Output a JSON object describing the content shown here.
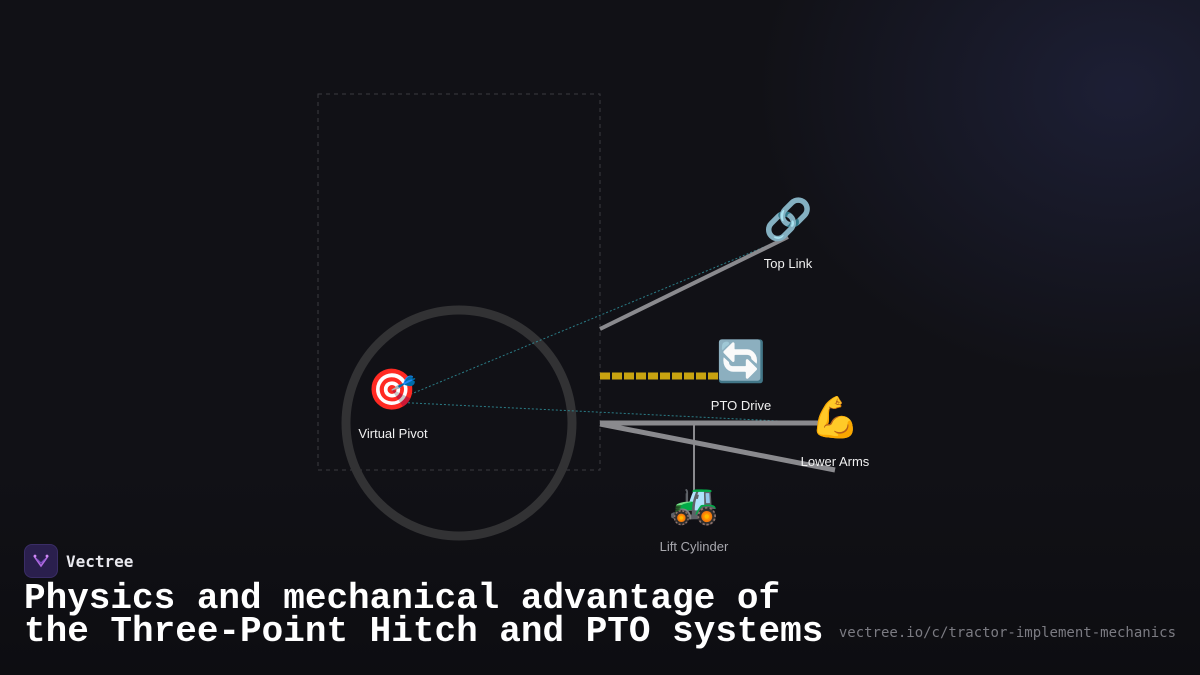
{
  "nodes": {
    "pivot": {
      "label": "Virtual Pivot",
      "icon": "🎯",
      "icon_name": "target-icon"
    },
    "top_link": {
      "label": "Top Link",
      "icon": "🔗",
      "icon_name": "link-icon"
    },
    "pto": {
      "label": "PTO Drive",
      "icon": "🔄",
      "icon_name": "rotate-arrows-icon"
    },
    "lower_arms": {
      "label": "Lower Arms",
      "icon": "💪",
      "icon_name": "flexed-biceps-icon"
    },
    "lift": {
      "label": "Lift Cylinder",
      "icon": "🚜",
      "icon_name": "tractor-icon"
    }
  },
  "brand": {
    "name": "Vectree"
  },
  "title": {
    "line1": "Physics and mechanical advantage of",
    "line2": "the Three-Point Hitch and PTO systems"
  },
  "url": "vectree.io/c/tractor-implement-mechanics",
  "colors": {
    "background": "#111116",
    "pivot_ring": "#323234",
    "link_bars": "#8a8a8e",
    "pto_shaft": "#c9a310",
    "guide_lines": "#2f8f9a",
    "brand_bg": "#2a1f4d"
  }
}
